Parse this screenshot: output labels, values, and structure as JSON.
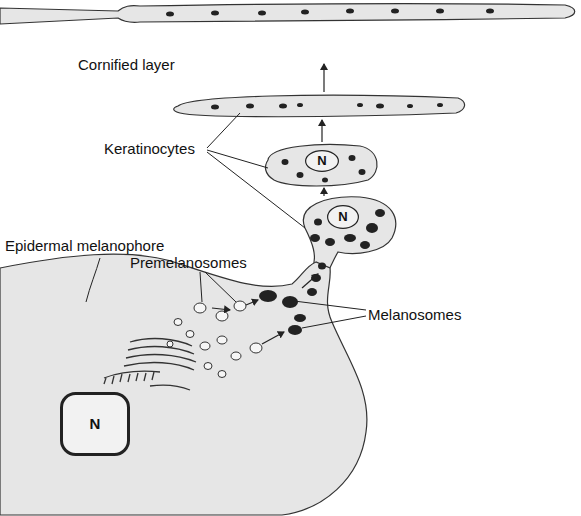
{
  "diagram": {
    "nodes": [
      {
        "text": [
          "N"
        ]
      },
      {
        "text": [
          "N"
        ]
      },
      {
        "text": [
          "N"
        ]
      }
    ],
    "labels": [
      "Cornified layer",
      "Keratinocytes",
      "Epidermal melanophore",
      "Premelanosomes",
      "Melanosomes"
    ]
  }
}
